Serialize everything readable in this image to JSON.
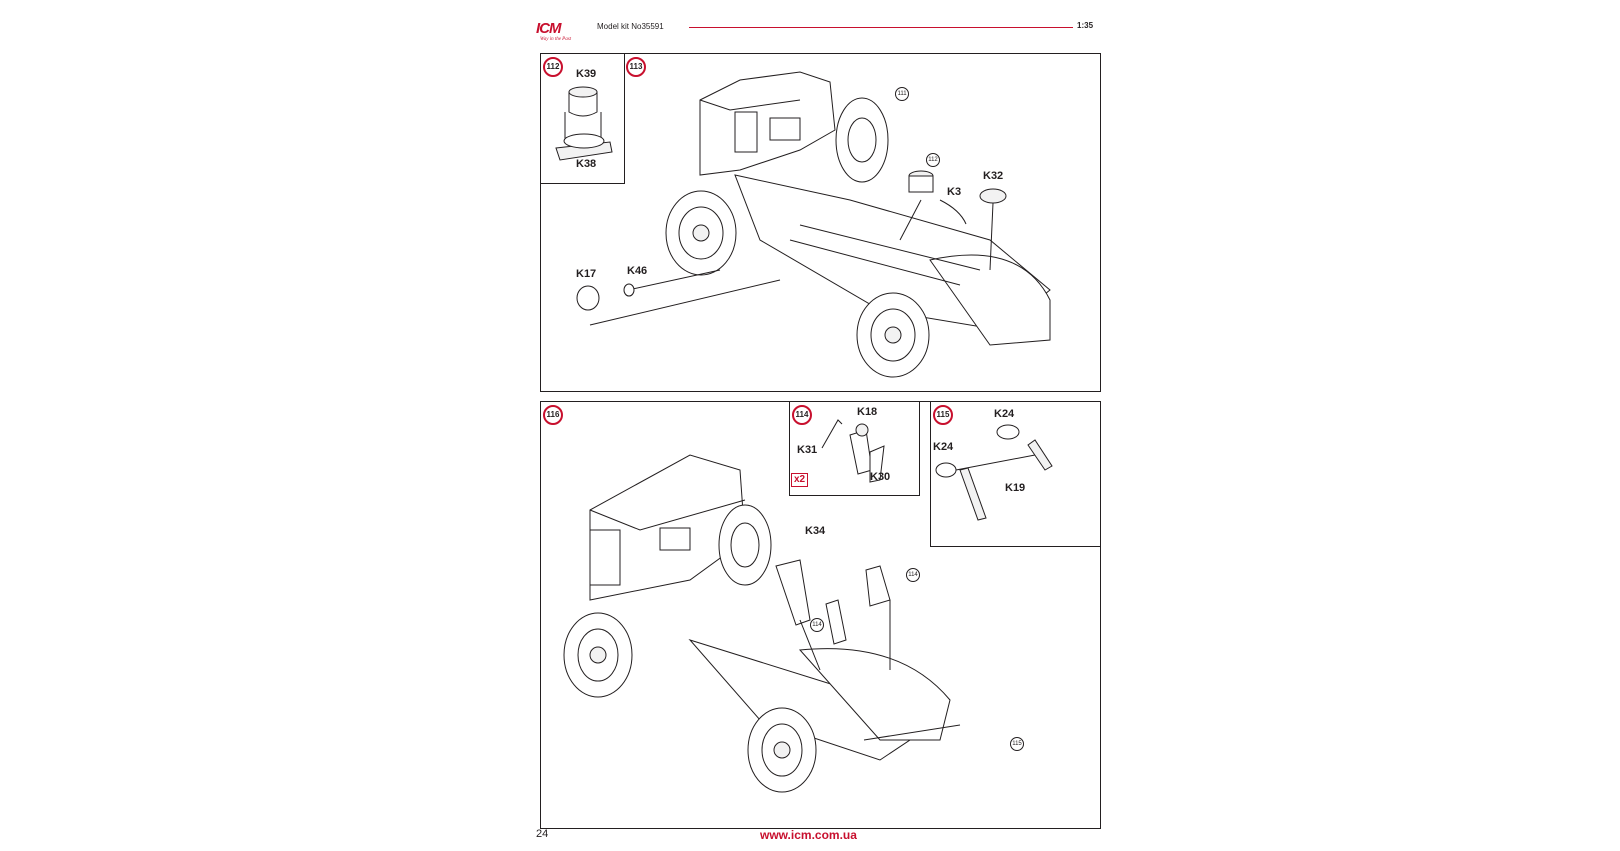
{
  "header": {
    "brand": "ICM",
    "brand_tagline": "Way in the Past",
    "kit_title": "Model kit No35591",
    "scale": "1:35"
  },
  "panel_top": {
    "inset": {
      "step": "112",
      "parts": [
        "K39",
        "K38"
      ]
    },
    "main": {
      "step": "113",
      "refs": [
        "111",
        "112"
      ],
      "parts": [
        "K3",
        "K32",
        "K46",
        "K17"
      ]
    }
  },
  "panel_bottom": {
    "main": {
      "step": "116",
      "refs": [
        "114",
        "114",
        "115"
      ],
      "parts": [
        "K34"
      ]
    },
    "inset_114": {
      "step": "114",
      "parts": [
        "K18",
        "K31",
        "K30"
      ],
      "quantity": "x2"
    },
    "inset_115": {
      "step": "115",
      "parts": [
        "K24",
        "K24",
        "K19"
      ]
    }
  },
  "footer": {
    "page_number": "24",
    "url": "www.icm.com.ua"
  },
  "colors": {
    "accent": "#c8102e",
    "ink": "#231f20"
  }
}
